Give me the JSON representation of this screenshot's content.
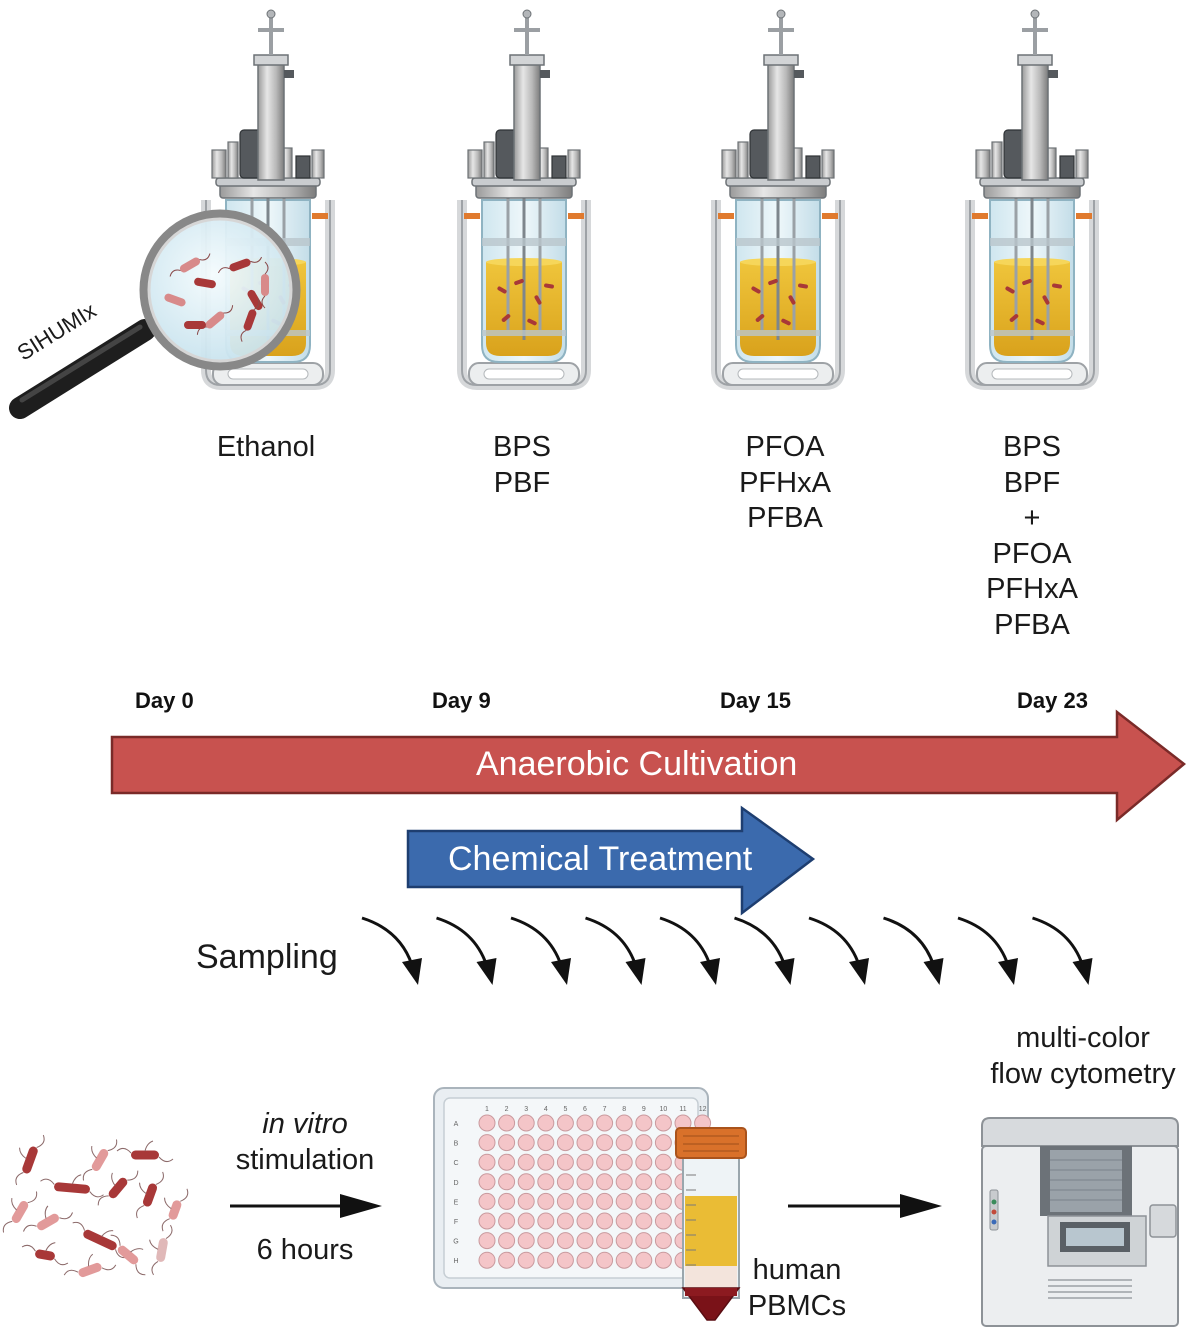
{
  "magnifier": {
    "label": "SIHUMIx"
  },
  "reactors": [
    {
      "id": "r1",
      "treatments": [
        "Ethanol"
      ]
    },
    {
      "id": "r2",
      "treatments": [
        "BPS",
        "PBF"
      ]
    },
    {
      "id": "r3",
      "treatments": [
        "PFOA",
        "PFHxA",
        "PFBA"
      ]
    },
    {
      "id": "r4",
      "treatments": [
        "BPS",
        "BPF",
        "+",
        "PFOA",
        "PFHxA",
        "PFBA"
      ]
    }
  ],
  "timeline": {
    "days": [
      "Day 0",
      "Day 9",
      "Day 15",
      "Day 23"
    ],
    "cultivation_label": "Anaerobic Cultivation",
    "treatment_label": "Chemical Treatment",
    "sampling_label": "Sampling",
    "sampling_count": 10
  },
  "workflow": {
    "stimulation_italic": "in vitro",
    "stimulation_label": "stimulation",
    "duration": "6 hours",
    "pbmc_line1": "human",
    "pbmc_line2": "PBMCs",
    "cytometry_line1": "multi-color",
    "cytometry_line2": "flow cytometry",
    "plate_columns": [
      "1",
      "2",
      "3",
      "4",
      "5",
      "6",
      "7",
      "8",
      "9",
      "10",
      "11",
      "12"
    ],
    "plate_rows": [
      "A",
      "B",
      "C",
      "D",
      "E",
      "F",
      "G",
      "H"
    ]
  },
  "colors": {
    "cultivation_arrow": "#c8524f",
    "treatment_arrow": "#3b6aad",
    "medium": "#e8b92a",
    "bacteria": "#a83838",
    "tube_cap": "#d9712a"
  }
}
